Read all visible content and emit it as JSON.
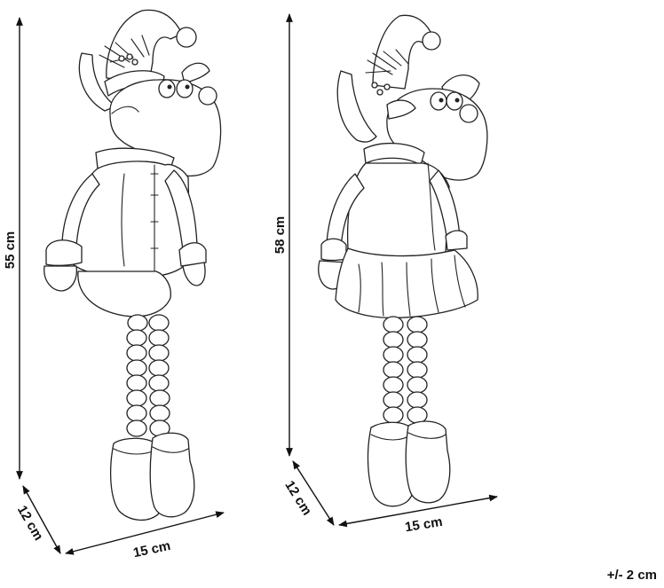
{
  "figures": [
    {
      "height": "55 cm",
      "depth": "12 cm",
      "width": "15 cm"
    },
    {
      "height": "58 cm",
      "depth": "12 cm",
      "width": "15 cm"
    }
  ],
  "tolerance": "+/- 2 cm"
}
